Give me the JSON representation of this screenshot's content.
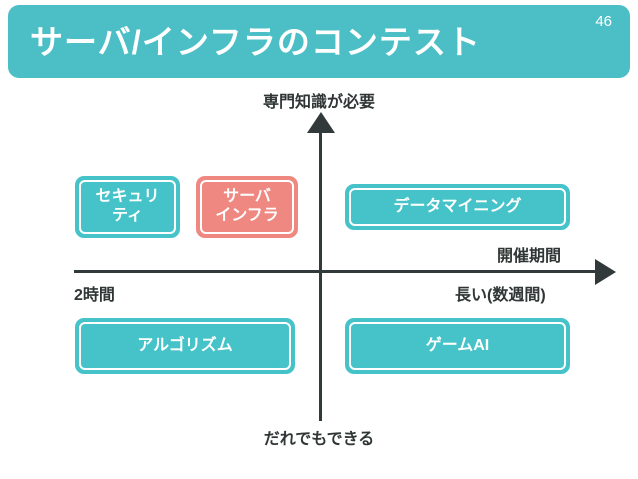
{
  "slide": {
    "title": "サーバ/インフラのコンテスト",
    "page_number": "46",
    "banner_color": "#4cbfc6"
  },
  "axes": {
    "vertical": {
      "top_label": "専門知識が必要",
      "bottom_label": "だれでもできる"
    },
    "horizontal": {
      "name": "開催期間",
      "left_label": "2時間",
      "right_label": "長い(数週間)"
    },
    "line_color": "#32393a"
  },
  "boxes": [
    {
      "key": "security",
      "label": "セキュリ\nティ",
      "color": "#45c3c9",
      "quadrant": "upper-left"
    },
    {
      "key": "server",
      "label": "サーバ\nインフラ",
      "color": "#ef8881",
      "quadrant": "upper-left"
    },
    {
      "key": "datamining",
      "label": "データマイニング",
      "color": "#45c3c9",
      "quadrant": "upper-right"
    },
    {
      "key": "algorithm",
      "label": "アルゴリズム",
      "color": "#45c3c9",
      "quadrant": "lower-left"
    },
    {
      "key": "gameai",
      "label": "ゲームAI",
      "color": "#45c3c9",
      "quadrant": "lower-right"
    }
  ]
}
